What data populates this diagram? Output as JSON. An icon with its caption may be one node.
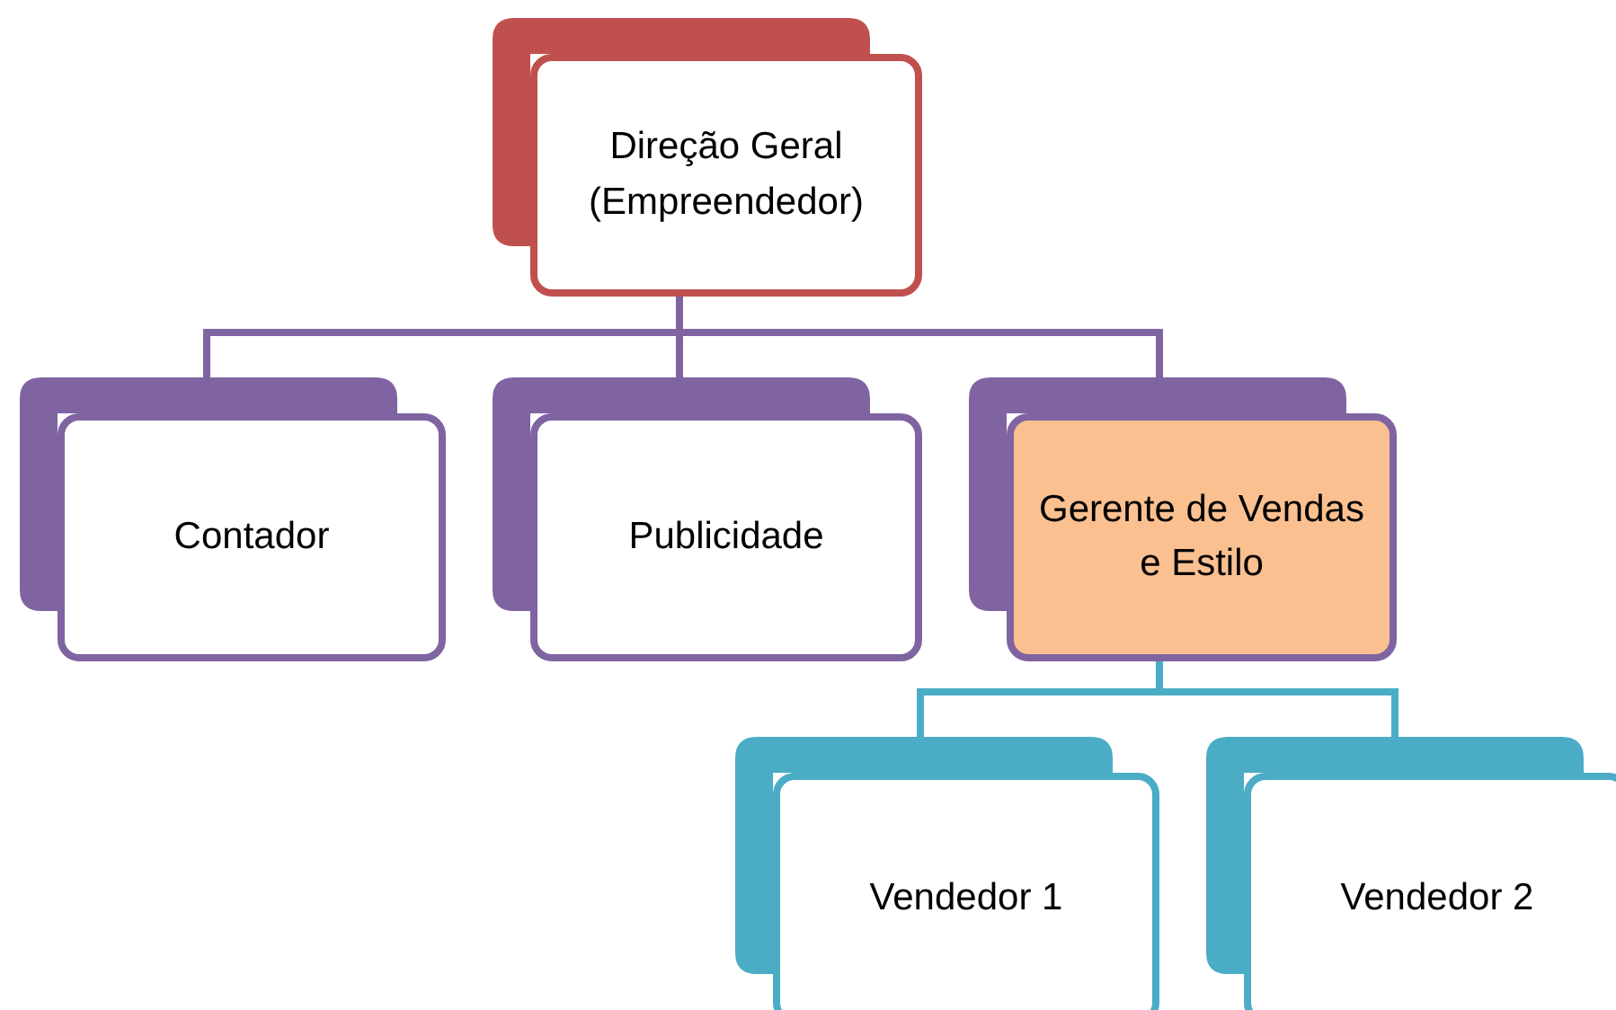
{
  "diagram": {
    "nodes": [
      {
        "text": [
          "Direção Geral (Empreendedor)"
        ]
      },
      {
        "text": [
          "Contador"
        ]
      },
      {
        "text": [
          "Publicidade"
        ]
      },
      {
        "text": [
          "Gerente de Vendas e Estilo"
        ]
      },
      {
        "text": [
          "Vendedor 1"
        ]
      },
      {
        "text": [
          "Vendedor 2"
        ]
      }
    ],
    "edges": [
      {
        "from": 0,
        "to": 1,
        "arrow": "none"
      },
      {
        "from": 0,
        "to": 2,
        "arrow": "none"
      },
      {
        "from": 0,
        "to": 3,
        "arrow": "none"
      },
      {
        "from": 3,
        "to": 4,
        "arrow": "none",
        "color": "#4bacc6"
      },
      {
        "from": 3,
        "to": 5,
        "arrow": "none",
        "color": "#4bacc6"
      }
    ]
  }
}
